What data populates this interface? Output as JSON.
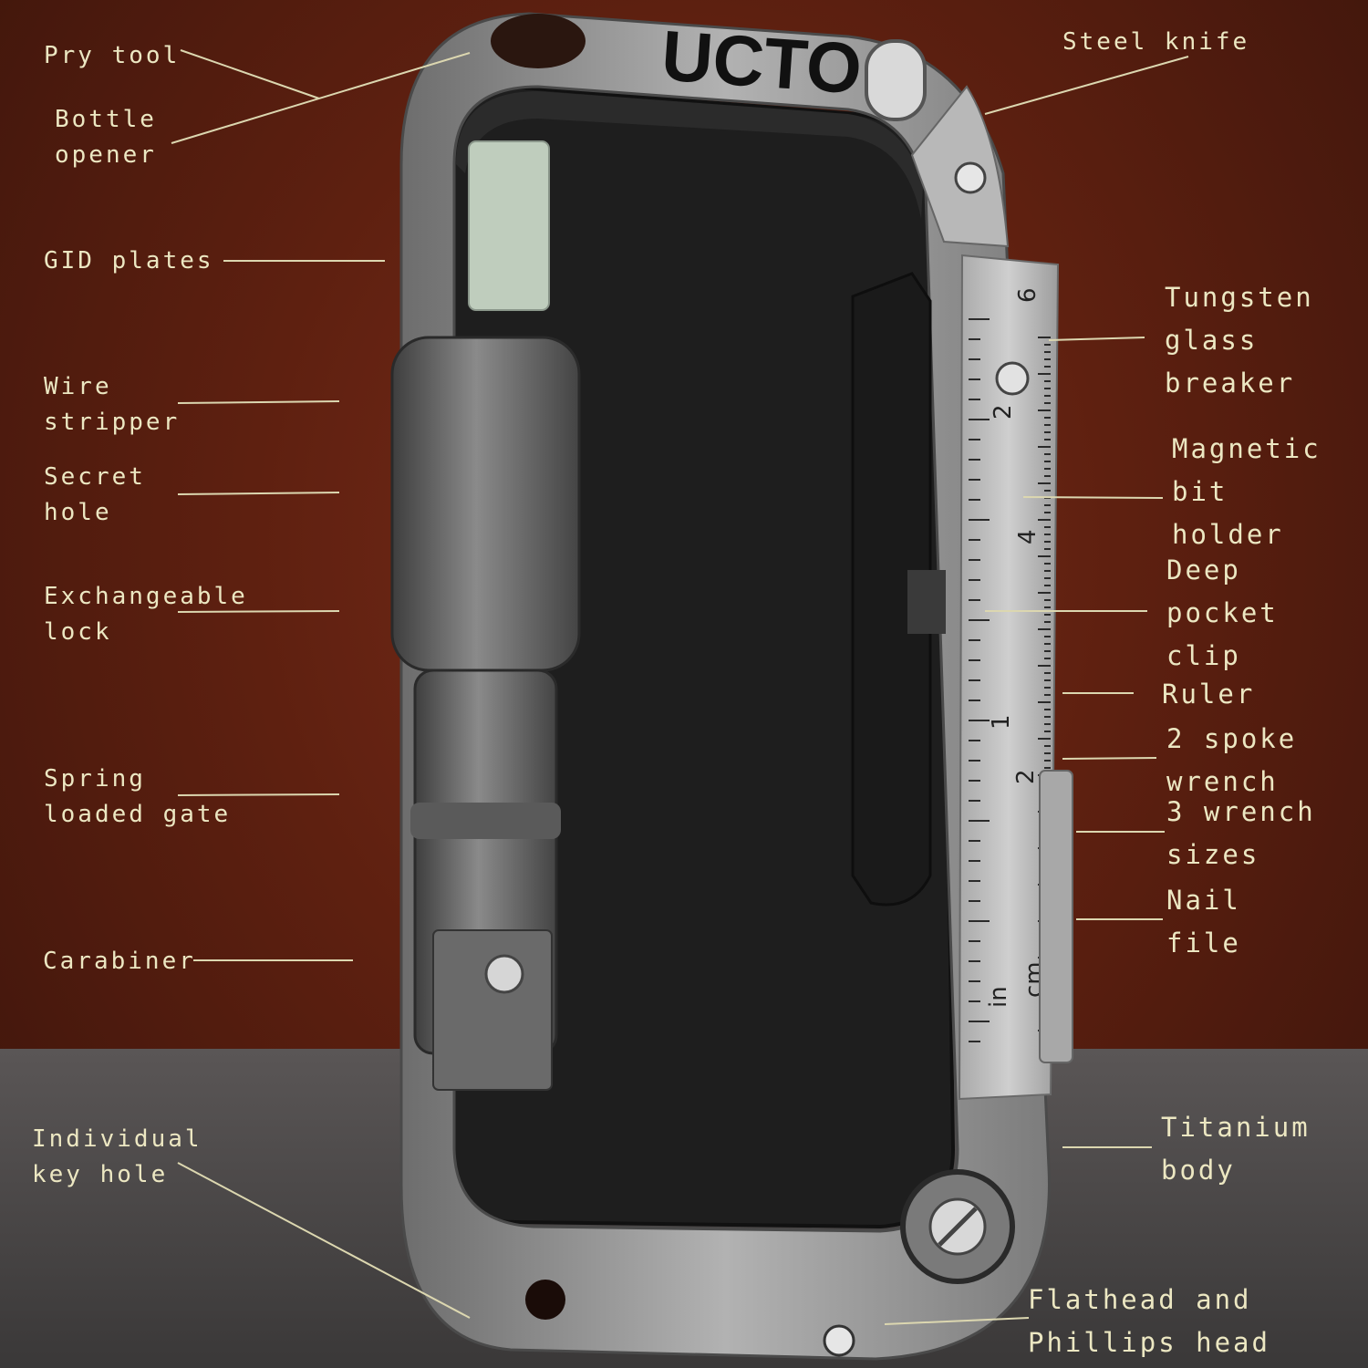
{
  "brand": "UCTO",
  "ruler": {
    "in_label": "in",
    "cm_label": "cm",
    "inch_ticks": [
      "1",
      "2"
    ],
    "cm_ticks": [
      "6",
      "4",
      "2"
    ]
  },
  "labels_left": [
    {
      "id": "pry-tool",
      "text": "Pry tool"
    },
    {
      "id": "bottle-opener",
      "text": "Bottle\nopener"
    },
    {
      "id": "gid-plates",
      "text": "GID plates"
    },
    {
      "id": "wire-stripper",
      "text": "Wire\nstripper"
    },
    {
      "id": "secret-hole",
      "text": "Secret\nhole"
    },
    {
      "id": "exchangeable-lock",
      "text": "Exchangeable\nlock"
    },
    {
      "id": "spring-loaded-gate",
      "text": "Spring\nloaded gate"
    },
    {
      "id": "carabiner",
      "text": "Carabiner"
    },
    {
      "id": "individual-key-hole",
      "text": "Individual\nkey hole"
    }
  ],
  "labels_right": [
    {
      "id": "steel-knife",
      "text": "Steel knife"
    },
    {
      "id": "tungsten-glass-breaker",
      "text": "Tungsten\nglass\nbreaker"
    },
    {
      "id": "magnetic-bit-holder",
      "text": "Magnetic\nbit\nholder"
    },
    {
      "id": "deep-pocket-clip",
      "text": "Deep\npocket\nclip"
    },
    {
      "id": "ruler",
      "text": "Ruler"
    },
    {
      "id": "two-spoke-wrench",
      "text": "2 spoke\nwrench"
    },
    {
      "id": "three-wrench-sizes",
      "text": "3 wrench\nsizes"
    },
    {
      "id": "nail-file",
      "text": "Nail\nfile"
    },
    {
      "id": "titanium-body",
      "text": "Titanium\nbody"
    },
    {
      "id": "flathead-and-phillips-head",
      "text": "Flathead and\nPhillips head"
    }
  ],
  "colors": {
    "background": "#5e2010",
    "label_text": "#ece7c2",
    "leader_line": "#dcd7b0",
    "titanium": "#9a9a9a",
    "dark_anodized": "#2a2a2a"
  }
}
